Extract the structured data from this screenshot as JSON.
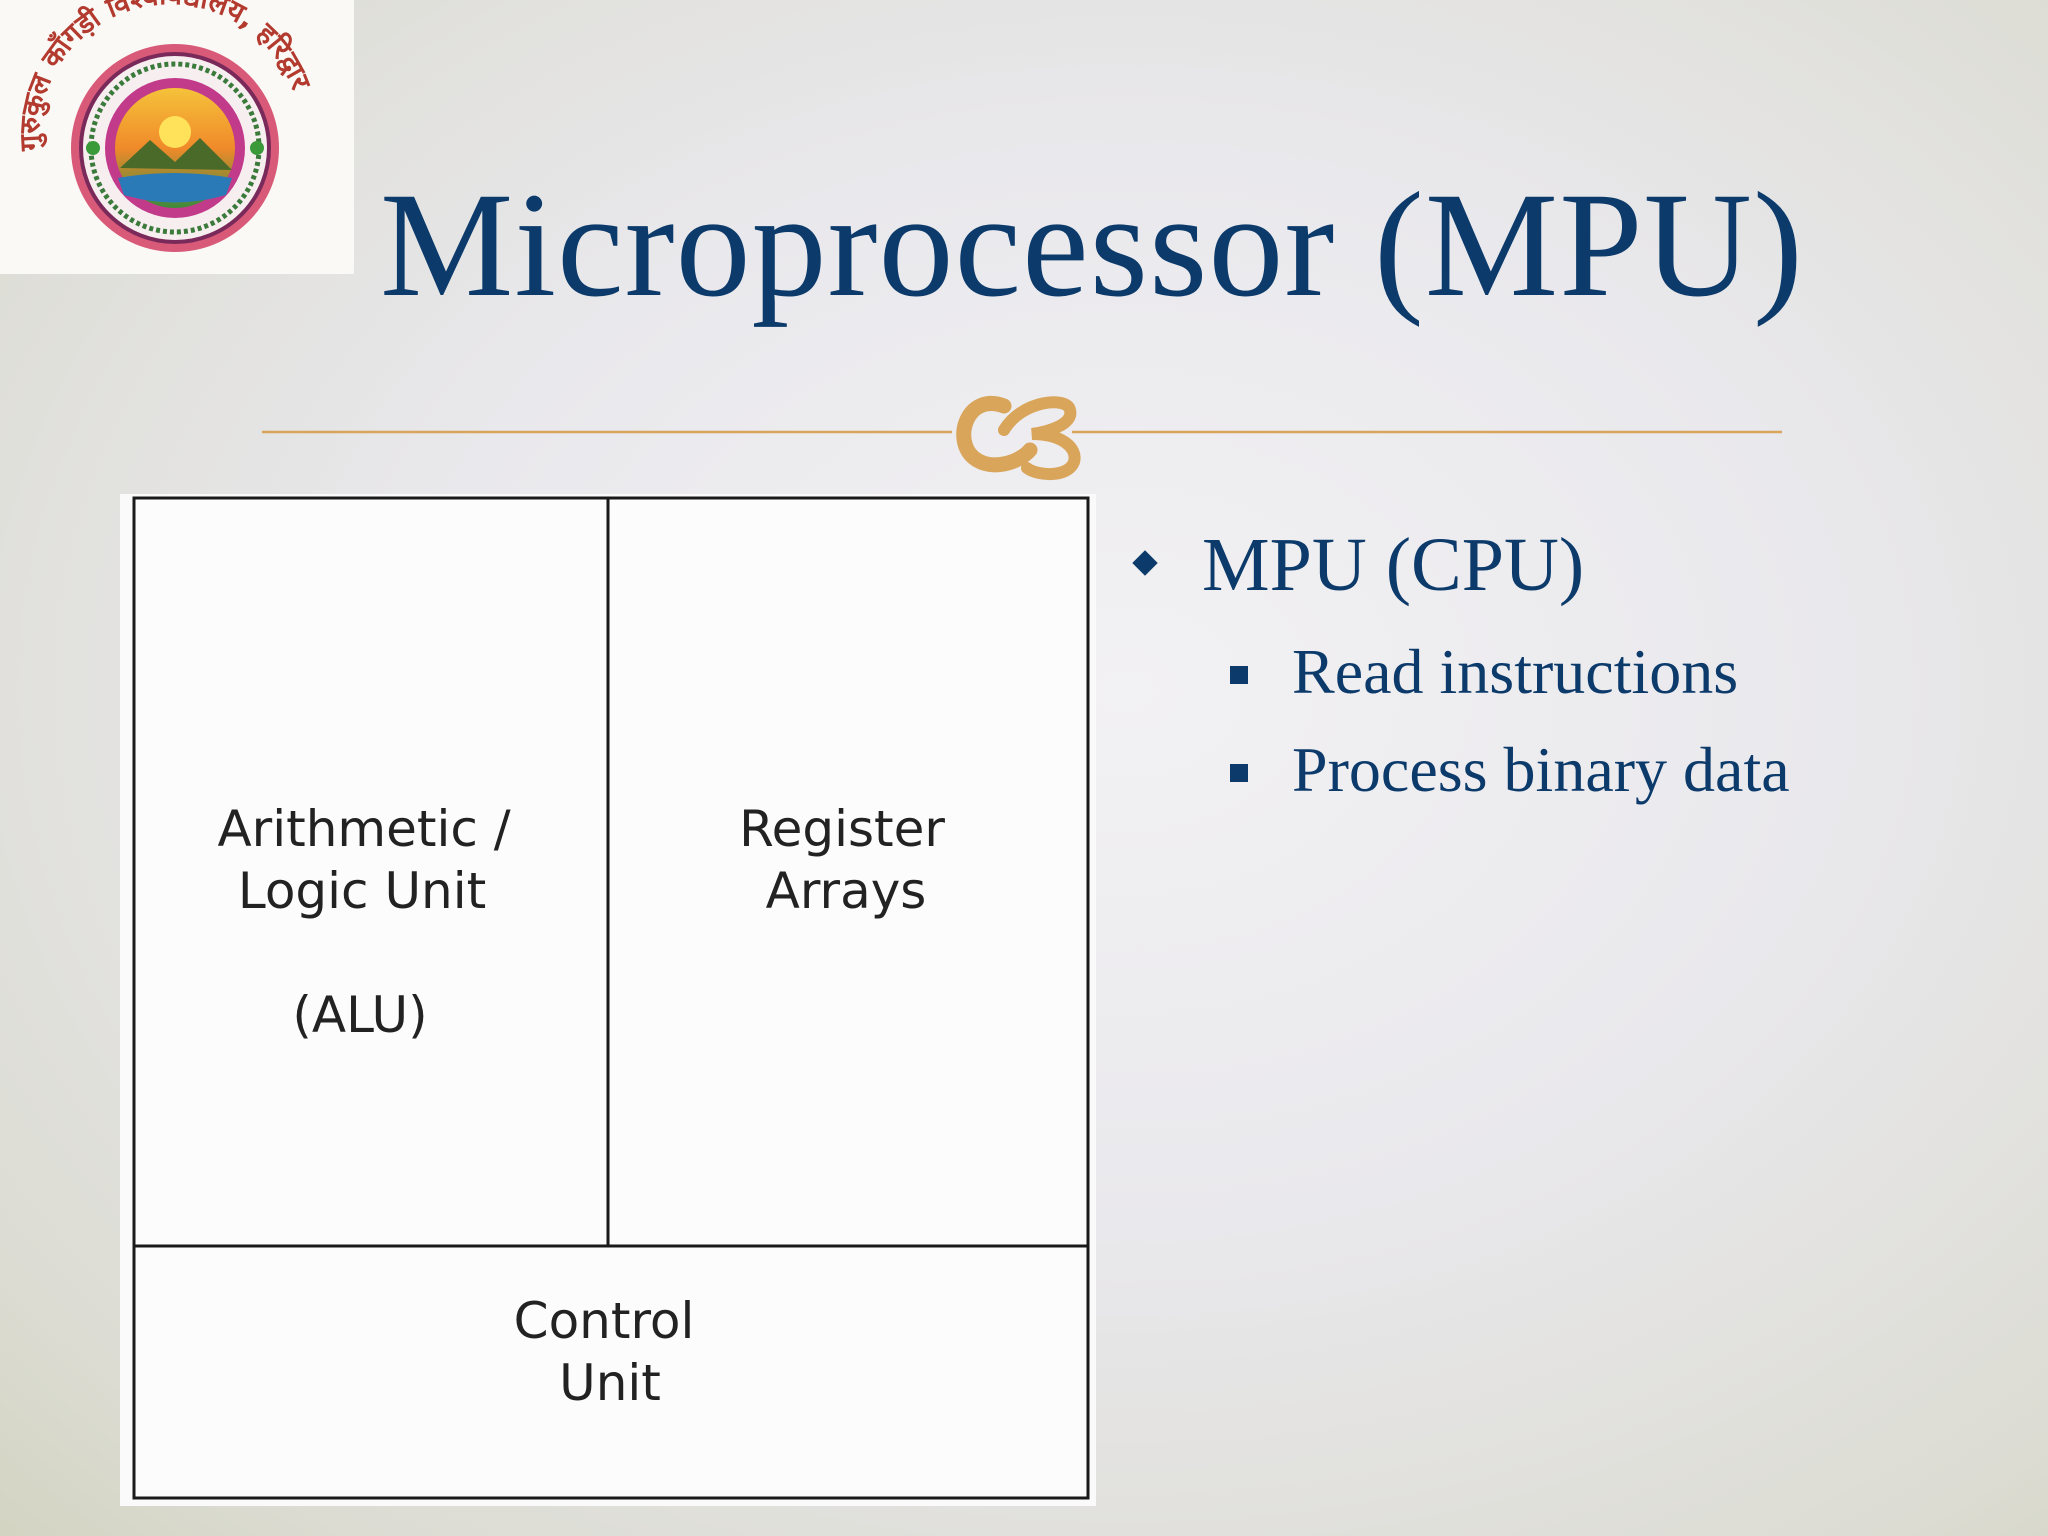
{
  "slide": {
    "title": "Microprocessor (MPU)",
    "logo": {
      "name": "university-seal-logo",
      "text": "गुरुकुल काँगड़ी विश्वविद्यालय, हरिद्वार"
    },
    "divider_icon": "swash-ornament-icon",
    "accent_color": "#d9a55a",
    "title_color": "#0b3a6b"
  },
  "diagram": {
    "alu": [
      "Arithmetic /",
      "Logic Unit",
      "(ALU)"
    ],
    "registers": [
      "Register",
      "Arrays"
    ],
    "control": [
      "Control",
      "Unit"
    ]
  },
  "bullets": {
    "main": "MPU (CPU)",
    "subs": [
      "Read instructions",
      "Process binary data"
    ]
  }
}
